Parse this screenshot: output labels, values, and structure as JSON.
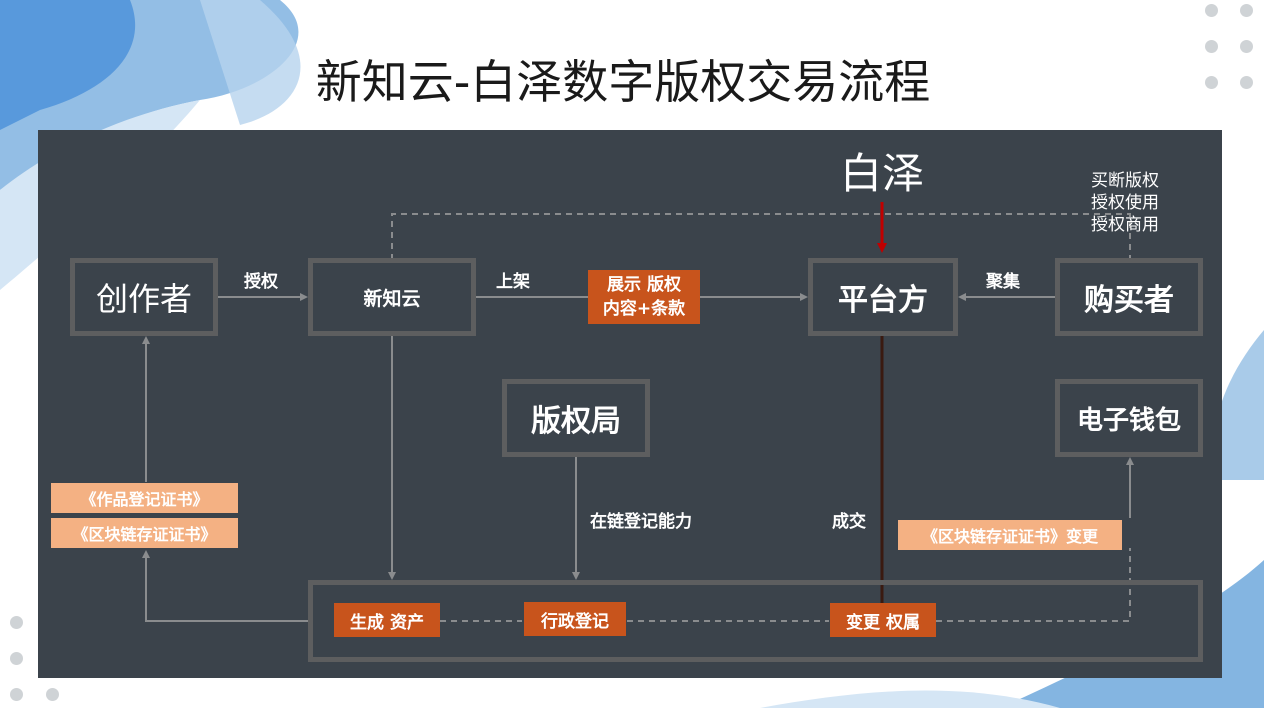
{
  "title": "新知云-白泽数字版权交易流程",
  "top_label": "白泽",
  "nodes": {
    "creator": "创作者",
    "xinzhiyun": "新知云",
    "platform": "平台方",
    "buyer": "购买者",
    "copyright_office": "版权局",
    "wallet": "电子钱包"
  },
  "labels": {
    "authorize": "授权",
    "list": "上架",
    "aggregate": "聚集",
    "onchain_ability": "在链登记能力",
    "deal": "成交"
  },
  "buyer_options": [
    "买断版权",
    "授权使用",
    "授权商用"
  ],
  "tags": {
    "display_line1": "展示 版权",
    "display_line2": "内容+条款",
    "generate_asset": "生成 资产",
    "admin_register": "行政登记",
    "change_ownership": "变更 权属"
  },
  "certificates": {
    "work_cert": "《作品登记证书》",
    "chain_cert": "《区块链存证证书》",
    "chain_cert_change": "《区块链存证证书》变更"
  },
  "colors": {
    "panel": "#3b434b",
    "box_border": "#5d5e5f",
    "tag": "#c8541c",
    "cert": "#f4b183",
    "arrow_red": "#c00000"
  }
}
